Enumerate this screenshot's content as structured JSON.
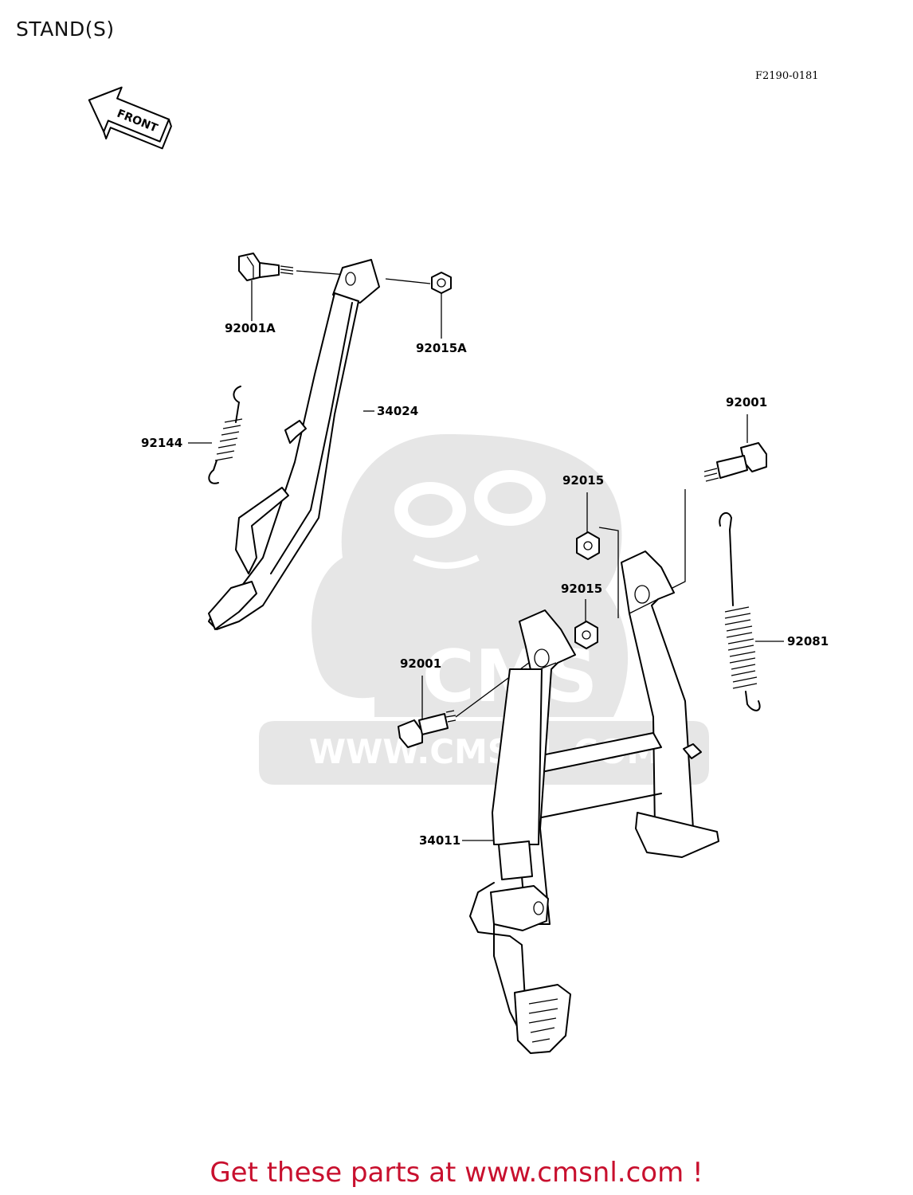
{
  "header": {
    "title": "STAND(S)",
    "figure_code": "F2190-0181"
  },
  "front_arrow": {
    "label": "FRONT"
  },
  "watermark": {
    "text": "WWW.CMSNL.COM",
    "logo_text": "CMS"
  },
  "parts": {
    "p92001A": "92001A",
    "p92015A": "92015A",
    "p34024": "34024",
    "p92144": "92144",
    "p92001_right": "92001",
    "p92015_upper": "92015",
    "p92015_lower": "92015",
    "p92001_left": "92001",
    "p92081": "92081",
    "p34011": "34011"
  },
  "footer": {
    "cta": "Get these parts at www.cmsnl.com !"
  },
  "colors": {
    "cta": "#c8102e",
    "watermark": "#e6e6e6"
  }
}
